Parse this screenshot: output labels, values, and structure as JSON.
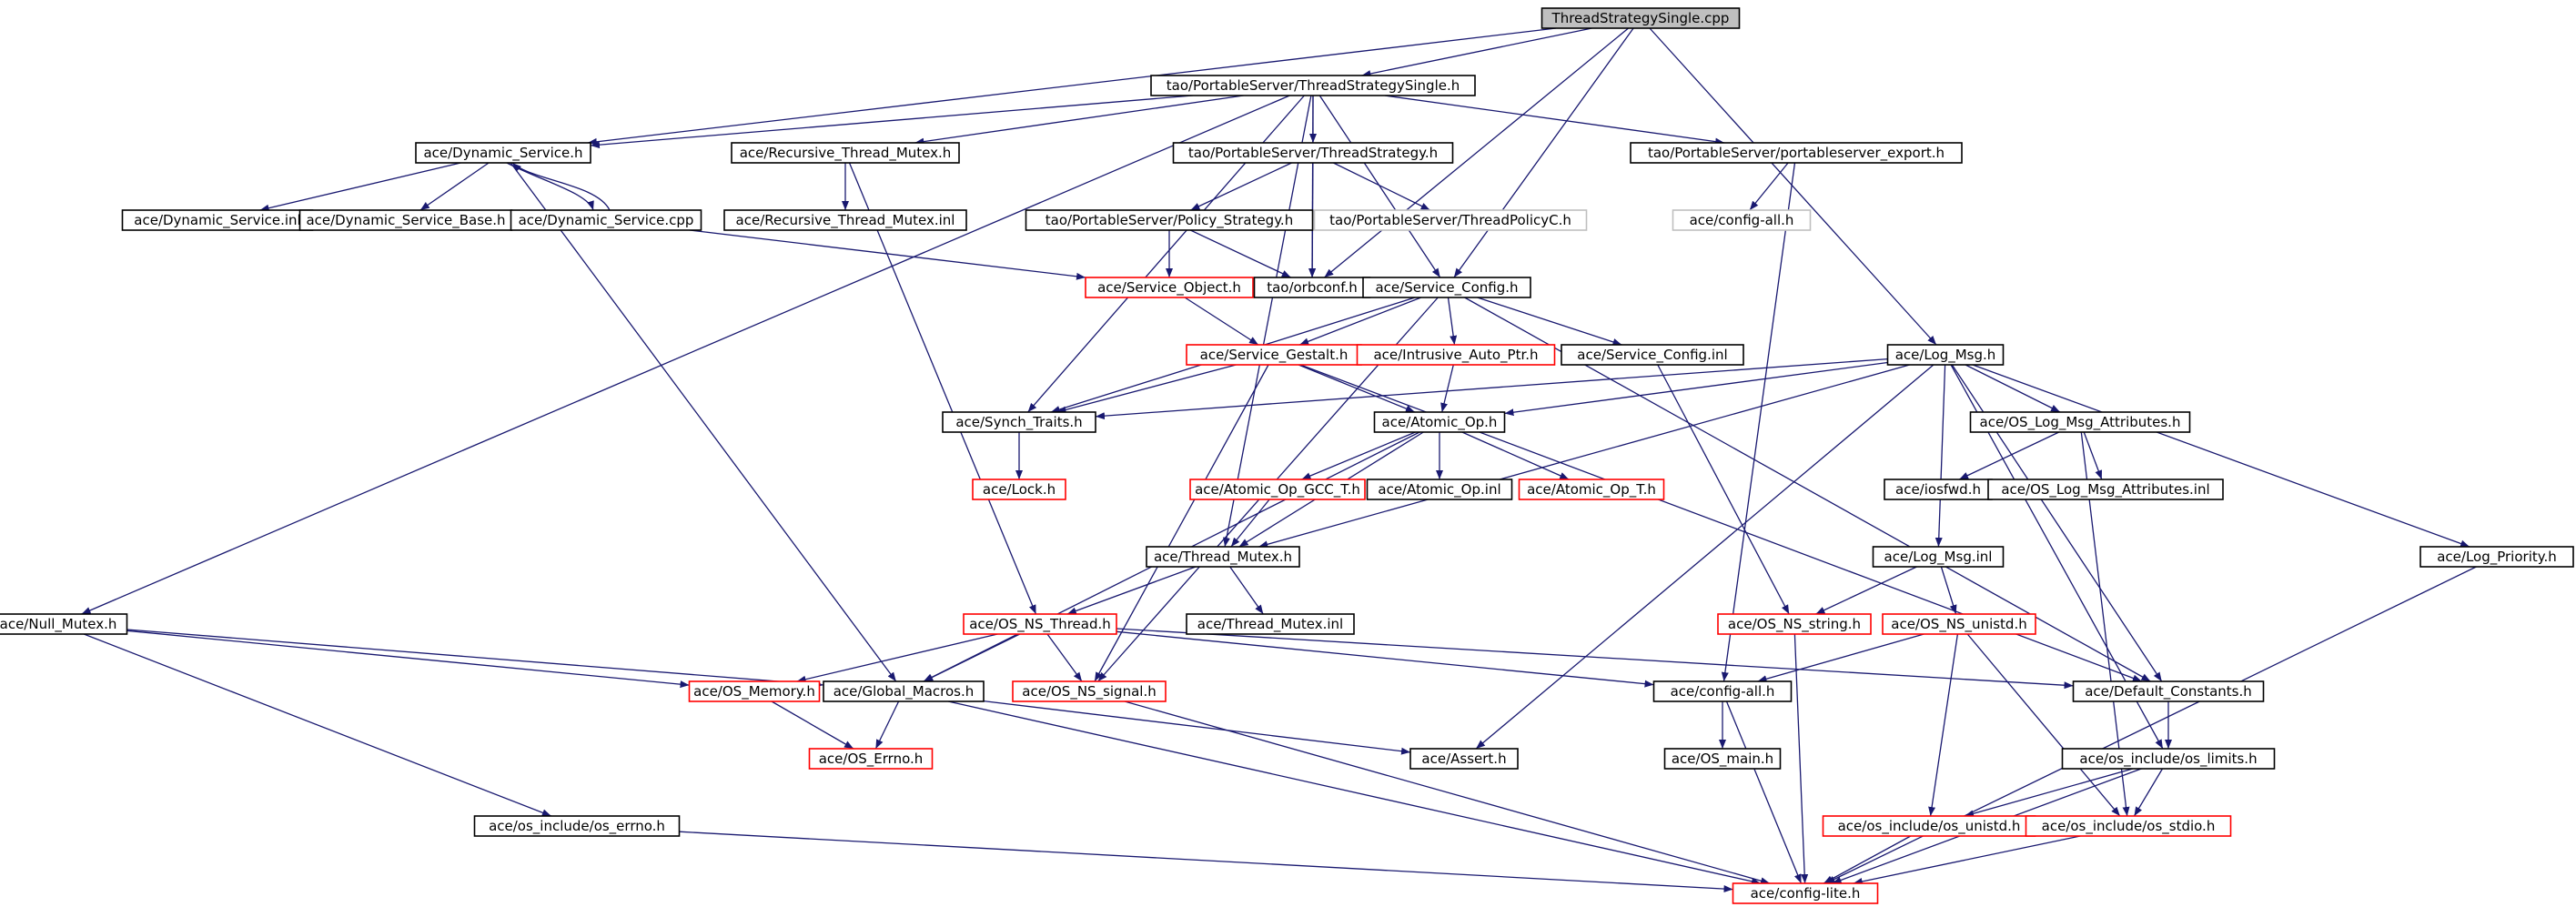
{
  "colors": {
    "edge": "#191970",
    "border_normal": "#000000",
    "border_incomplete": "#ff0000",
    "border_missing": "#bfbfbf",
    "root_fill": "#bfbfbf",
    "node_fill": "#ffffff"
  },
  "nodes": [
    {
      "id": "root",
      "label": "ThreadStrategySingle.cpp",
      "kind": "root"
    },
    {
      "id": "tao_tss",
      "label": "tao/PortableServer/ThreadStrategySingle.h",
      "kind": "normal"
    },
    {
      "id": "ds_h",
      "label": "ace/Dynamic_Service.h",
      "kind": "normal"
    },
    {
      "id": "rtm_h",
      "label": "ace/Recursive_Thread_Mutex.h",
      "kind": "normal"
    },
    {
      "id": "tao_ts",
      "label": "tao/PortableServer/ThreadStrategy.h",
      "kind": "normal"
    },
    {
      "id": "tao_exp",
      "label": "tao/PortableServer/portableserver_export.h",
      "kind": "normal"
    },
    {
      "id": "ds_inl",
      "label": "ace/Dynamic_Service.inl",
      "kind": "normal"
    },
    {
      "id": "dsb_h",
      "label": "ace/Dynamic_Service_Base.h",
      "kind": "normal"
    },
    {
      "id": "ds_cpp",
      "label": "ace/Dynamic_Service.cpp",
      "kind": "normal"
    },
    {
      "id": "rtm_inl",
      "label": "ace/Recursive_Thread_Mutex.inl",
      "kind": "normal"
    },
    {
      "id": "tao_ps",
      "label": "tao/PortableServer/Policy_Strategy.h",
      "kind": "normal"
    },
    {
      "id": "tao_tpc",
      "label": "tao/PortableServer/ThreadPolicyC.h",
      "kind": "missing"
    },
    {
      "id": "cfgall_gray",
      "label": "ace/config-all.h",
      "kind": "missing"
    },
    {
      "id": "so_h",
      "label": "ace/Service_Object.h",
      "kind": "incomplete"
    },
    {
      "id": "orbconf",
      "label": "tao/orbconf.h",
      "kind": "normal"
    },
    {
      "id": "sc_h",
      "label": "ace/Service_Config.h",
      "kind": "normal"
    },
    {
      "id": "sg_h",
      "label": "ace/Service_Gestalt.h",
      "kind": "incomplete"
    },
    {
      "id": "iap_h",
      "label": "ace/Intrusive_Auto_Ptr.h",
      "kind": "incomplete"
    },
    {
      "id": "sc_inl",
      "label": "ace/Service_Config.inl",
      "kind": "normal"
    },
    {
      "id": "lm_h",
      "label": "ace/Log_Msg.h",
      "kind": "normal"
    },
    {
      "id": "st_h",
      "label": "ace/Synch_Traits.h",
      "kind": "normal"
    },
    {
      "id": "aop_h",
      "label": "ace/Atomic_Op.h",
      "kind": "normal"
    },
    {
      "id": "oslma_h",
      "label": "ace/OS_Log_Msg_Attributes.h",
      "kind": "normal"
    },
    {
      "id": "lock_h",
      "label": "ace/Lock.h",
      "kind": "incomplete"
    },
    {
      "id": "aopgcc_h",
      "label": "ace/Atomic_Op_GCC_T.h",
      "kind": "incomplete"
    },
    {
      "id": "aop_inl",
      "label": "ace/Atomic_Op.inl",
      "kind": "normal"
    },
    {
      "id": "aopt_h",
      "label": "ace/Atomic_Op_T.h",
      "kind": "incomplete"
    },
    {
      "id": "iosfwd_h",
      "label": "ace/iosfwd.h",
      "kind": "normal"
    },
    {
      "id": "oslma_inl",
      "label": "ace/OS_Log_Msg_Attributes.inl",
      "kind": "normal"
    },
    {
      "id": "tm_h",
      "label": "ace/Thread_Mutex.h",
      "kind": "normal"
    },
    {
      "id": "lm_inl",
      "label": "ace/Log_Msg.inl",
      "kind": "normal"
    },
    {
      "id": "lp_h",
      "label": "ace/Log_Priority.h",
      "kind": "normal"
    },
    {
      "id": "nm_h",
      "label": "ace/Null_Mutex.h",
      "kind": "normal"
    },
    {
      "id": "osnst_h",
      "label": "ace/OS_NS_Thread.h",
      "kind": "incomplete"
    },
    {
      "id": "tm_inl",
      "label": "ace/Thread_Mutex.inl",
      "kind": "normal"
    },
    {
      "id": "osnss_h",
      "label": "ace/OS_NS_string.h",
      "kind": "incomplete"
    },
    {
      "id": "osnsu_h",
      "label": "ace/OS_NS_unistd.h",
      "kind": "incomplete"
    },
    {
      "id": "osmem_h",
      "label": "ace/OS_Memory.h",
      "kind": "incomplete"
    },
    {
      "id": "gm_h",
      "label": "ace/Global_Macros.h",
      "kind": "normal"
    },
    {
      "id": "osnssig_h",
      "label": "ace/OS_NS_signal.h",
      "kind": "incomplete"
    },
    {
      "id": "cfgall_h",
      "label": "ace/config-all.h",
      "kind": "normal"
    },
    {
      "id": "dc_h",
      "label": "ace/Default_Constants.h",
      "kind": "normal"
    },
    {
      "id": "oserrno_h",
      "label": "ace/OS_Errno.h",
      "kind": "incomplete"
    },
    {
      "id": "assert_h",
      "label": "ace/Assert.h",
      "kind": "normal"
    },
    {
      "id": "osmain_h",
      "label": "ace/OS_main.h",
      "kind": "normal"
    },
    {
      "id": "oslimits_h",
      "label": "ace/os_include/os_limits.h",
      "kind": "normal"
    },
    {
      "id": "oserrno_inc",
      "label": "ace/os_include/os_errno.h",
      "kind": "normal"
    },
    {
      "id": "osunistd_inc",
      "label": "ace/os_include/os_unistd.h",
      "kind": "incomplete"
    },
    {
      "id": "osstdio_inc",
      "label": "ace/os_include/os_stdio.h",
      "kind": "incomplete"
    },
    {
      "id": "cfglite_h",
      "label": "ace/config-lite.h",
      "kind": "incomplete"
    }
  ],
  "edges": [
    [
      "root",
      "tao_tss"
    ],
    [
      "root",
      "ds_h"
    ],
    [
      "root",
      "orbconf"
    ],
    [
      "root",
      "lm_h"
    ],
    [
      "root",
      "sc_h"
    ],
    [
      "tao_tss",
      "ds_h"
    ],
    [
      "tao_tss",
      "rtm_h"
    ],
    [
      "tao_tss",
      "tao_ts"
    ],
    [
      "tao_tss",
      "tao_exp"
    ],
    [
      "tao_tss",
      "nm_h"
    ],
    [
      "tao_tss",
      "st_h"
    ],
    [
      "tao_tss",
      "tm_h"
    ],
    [
      "tao_tss",
      "orbconf"
    ],
    [
      "tao_tss",
      "sc_h"
    ],
    [
      "ds_h",
      "ds_inl"
    ],
    [
      "ds_h",
      "dsb_h"
    ],
    [
      "ds_h",
      "ds_cpp"
    ],
    [
      "ds_h",
      "gm_h"
    ],
    [
      "ds_cpp",
      "ds_h"
    ],
    [
      "ds_cpp",
      "so_h"
    ],
    [
      "rtm_h",
      "rtm_inl"
    ],
    [
      "rtm_h",
      "osnst_h"
    ],
    [
      "tao_ts",
      "tao_ps"
    ],
    [
      "tao_ts",
      "tao_tpc"
    ],
    [
      "tao_ts",
      "orbconf"
    ],
    [
      "tao_exp",
      "cfgall_gray"
    ],
    [
      "tao_exp",
      "cfgall_h"
    ],
    [
      "tao_ps",
      "so_h"
    ],
    [
      "tao_ps",
      "orbconf"
    ],
    [
      "so_h",
      "sg_h"
    ],
    [
      "sc_h",
      "sg_h"
    ],
    [
      "sc_h",
      "iap_h"
    ],
    [
      "sc_h",
      "sc_inl"
    ],
    [
      "sc_h",
      "st_h"
    ],
    [
      "sc_h",
      "osnssig_h"
    ],
    [
      "sc_h",
      "dc_h"
    ],
    [
      "sg_h",
      "st_h"
    ],
    [
      "sg_h",
      "aop_h"
    ],
    [
      "sg_h",
      "osnssig_h"
    ],
    [
      "sg_h",
      "dc_h"
    ],
    [
      "iap_h",
      "aop_h"
    ],
    [
      "sc_inl",
      "osnss_h"
    ],
    [
      "lm_h",
      "st_h"
    ],
    [
      "lm_h",
      "aop_h"
    ],
    [
      "lm_h",
      "oslma_h"
    ],
    [
      "lm_h",
      "lm_inl"
    ],
    [
      "lm_h",
      "lp_h"
    ],
    [
      "lm_h",
      "assert_h"
    ],
    [
      "lm_h",
      "dc_h"
    ],
    [
      "lm_h",
      "oslimits_h"
    ],
    [
      "lm_h",
      "tm_h"
    ],
    [
      "st_h",
      "lock_h"
    ],
    [
      "aop_h",
      "aopgcc_h"
    ],
    [
      "aop_h",
      "aop_inl"
    ],
    [
      "aop_h",
      "aopt_h"
    ],
    [
      "aop_h",
      "tm_h"
    ],
    [
      "aop_h",
      "gm_h"
    ],
    [
      "aopgcc_h",
      "tm_h"
    ],
    [
      "oslma_h",
      "iosfwd_h"
    ],
    [
      "oslma_h",
      "oslma_inl"
    ],
    [
      "oslma_h",
      "osstdio_inc"
    ],
    [
      "tm_h",
      "osnst_h"
    ],
    [
      "tm_h",
      "tm_inl"
    ],
    [
      "lm_inl",
      "osnss_h"
    ],
    [
      "lm_inl",
      "osnsu_h"
    ],
    [
      "lp_h",
      "cfglite_h"
    ],
    [
      "nm_h",
      "osmem_h"
    ],
    [
      "nm_h",
      "gm_h"
    ],
    [
      "nm_h",
      "oserrno_inc"
    ],
    [
      "osnst_h",
      "osmem_h"
    ],
    [
      "osnst_h",
      "gm_h"
    ],
    [
      "osnst_h",
      "osnssig_h"
    ],
    [
      "osnst_h",
      "cfgall_h"
    ],
    [
      "osnst_h",
      "dc_h"
    ],
    [
      "osnss_h",
      "cfglite_h"
    ],
    [
      "osnsu_h",
      "cfgall_h"
    ],
    [
      "osnsu_h",
      "osunistd_inc"
    ],
    [
      "osnsu_h",
      "osstdio_inc"
    ],
    [
      "osmem_h",
      "oserrno_h"
    ],
    [
      "gm_h",
      "oserrno_h"
    ],
    [
      "gm_h",
      "assert_h"
    ],
    [
      "gm_h",
      "cfglite_h"
    ],
    [
      "osnssig_h",
      "cfglite_h"
    ],
    [
      "cfgall_h",
      "osmain_h"
    ],
    [
      "cfgall_h",
      "cfglite_h"
    ],
    [
      "dc_h",
      "oslimits_h"
    ],
    [
      "oslimits_h",
      "osunistd_inc"
    ],
    [
      "oslimits_h",
      "osstdio_inc"
    ],
    [
      "oslimits_h",
      "cfglite_h"
    ],
    [
      "oserrno_inc",
      "cfglite_h"
    ],
    [
      "osunistd_inc",
      "cfglite_h"
    ],
    [
      "osstdio_inc",
      "cfglite_h"
    ]
  ]
}
